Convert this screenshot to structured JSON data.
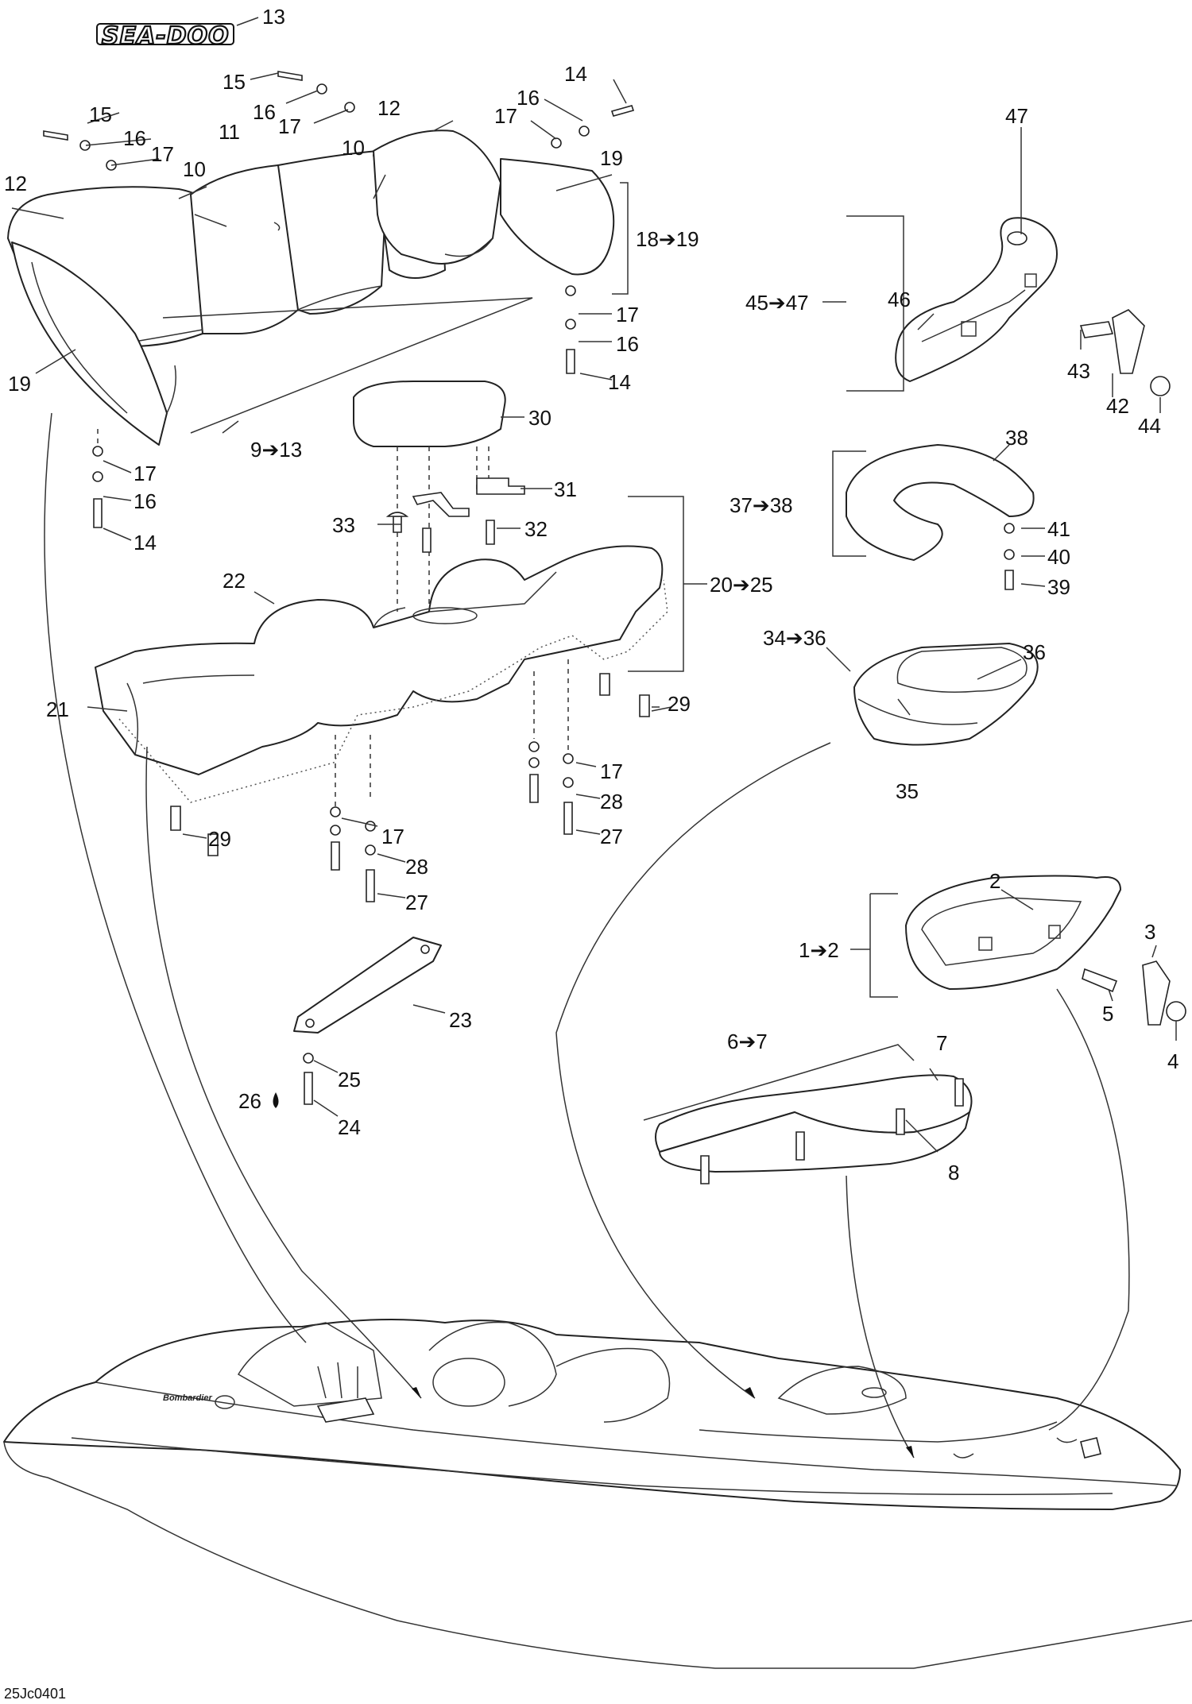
{
  "logo_text": "SEA-DOO",
  "brand_text": "Bombardier",
  "drawing_code": "25Jc0401",
  "callouts": {
    "c1": "1➔2",
    "c2": "2",
    "c3": "3",
    "c4": "4",
    "c5": "5",
    "c6": "6➔7",
    "c7": "7",
    "c8": "8",
    "c9": "9➔13",
    "c10a": "10",
    "c10b": "10",
    "c11": "11",
    "c12a": "12",
    "c12b": "12",
    "c13": "13",
    "c14a": "14",
    "c14b": "14",
    "c14c": "14",
    "c15a": "15",
    "c15b": "15",
    "c16a": "16",
    "c16b": "16",
    "c16c": "16",
    "c16d": "16",
    "c16e": "16",
    "c17a": "17",
    "c17b": "17",
    "c17c": "17",
    "c17d": "17",
    "c17e": "17",
    "c17f": "17",
    "c17g": "17",
    "c18": "18➔19",
    "c19a": "19",
    "c19b": "19",
    "c20": "20➔25",
    "c21": "21",
    "c22": "22",
    "c23": "23",
    "c24": "24",
    "c25": "25",
    "c26": "26",
    "c27a": "27",
    "c27b": "27",
    "c28a": "28",
    "c28b": "28",
    "c29a": "29",
    "c29b": "29",
    "c30": "30",
    "c31": "31",
    "c32": "32",
    "c33": "33",
    "c34": "34➔36",
    "c35": "35",
    "c36": "36",
    "c37": "37➔38",
    "c38": "38",
    "c39": "39",
    "c40": "40",
    "c41": "41",
    "c42": "42",
    "c43": "43",
    "c44": "44",
    "c45": "45➔47",
    "c46": "46",
    "c47": "47"
  }
}
